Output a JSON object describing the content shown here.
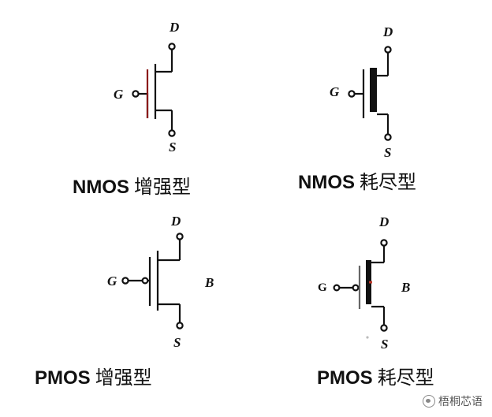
{
  "terminals": {
    "drain": "D",
    "source": "S",
    "gate": "G",
    "body": "B"
  },
  "symbols": [
    {
      "type": "NMOS",
      "mode": "增强型",
      "caption": "NMOS",
      "caption_cn": "增强型"
    },
    {
      "type": "NMOS",
      "mode": "耗尽型",
      "caption": "NMOS",
      "caption_cn": "耗尽型"
    },
    {
      "type": "PMOS",
      "mode": "增强型",
      "caption": "PMOS",
      "caption_cn": "增强型"
    },
    {
      "type": "PMOS",
      "mode": "耗尽型",
      "caption": "PMOS",
      "caption_cn": "耗尽型"
    }
  ],
  "watermark": "梧桐芯语",
  "colors": {
    "line": "#111111",
    "accent": "#c0392b"
  }
}
